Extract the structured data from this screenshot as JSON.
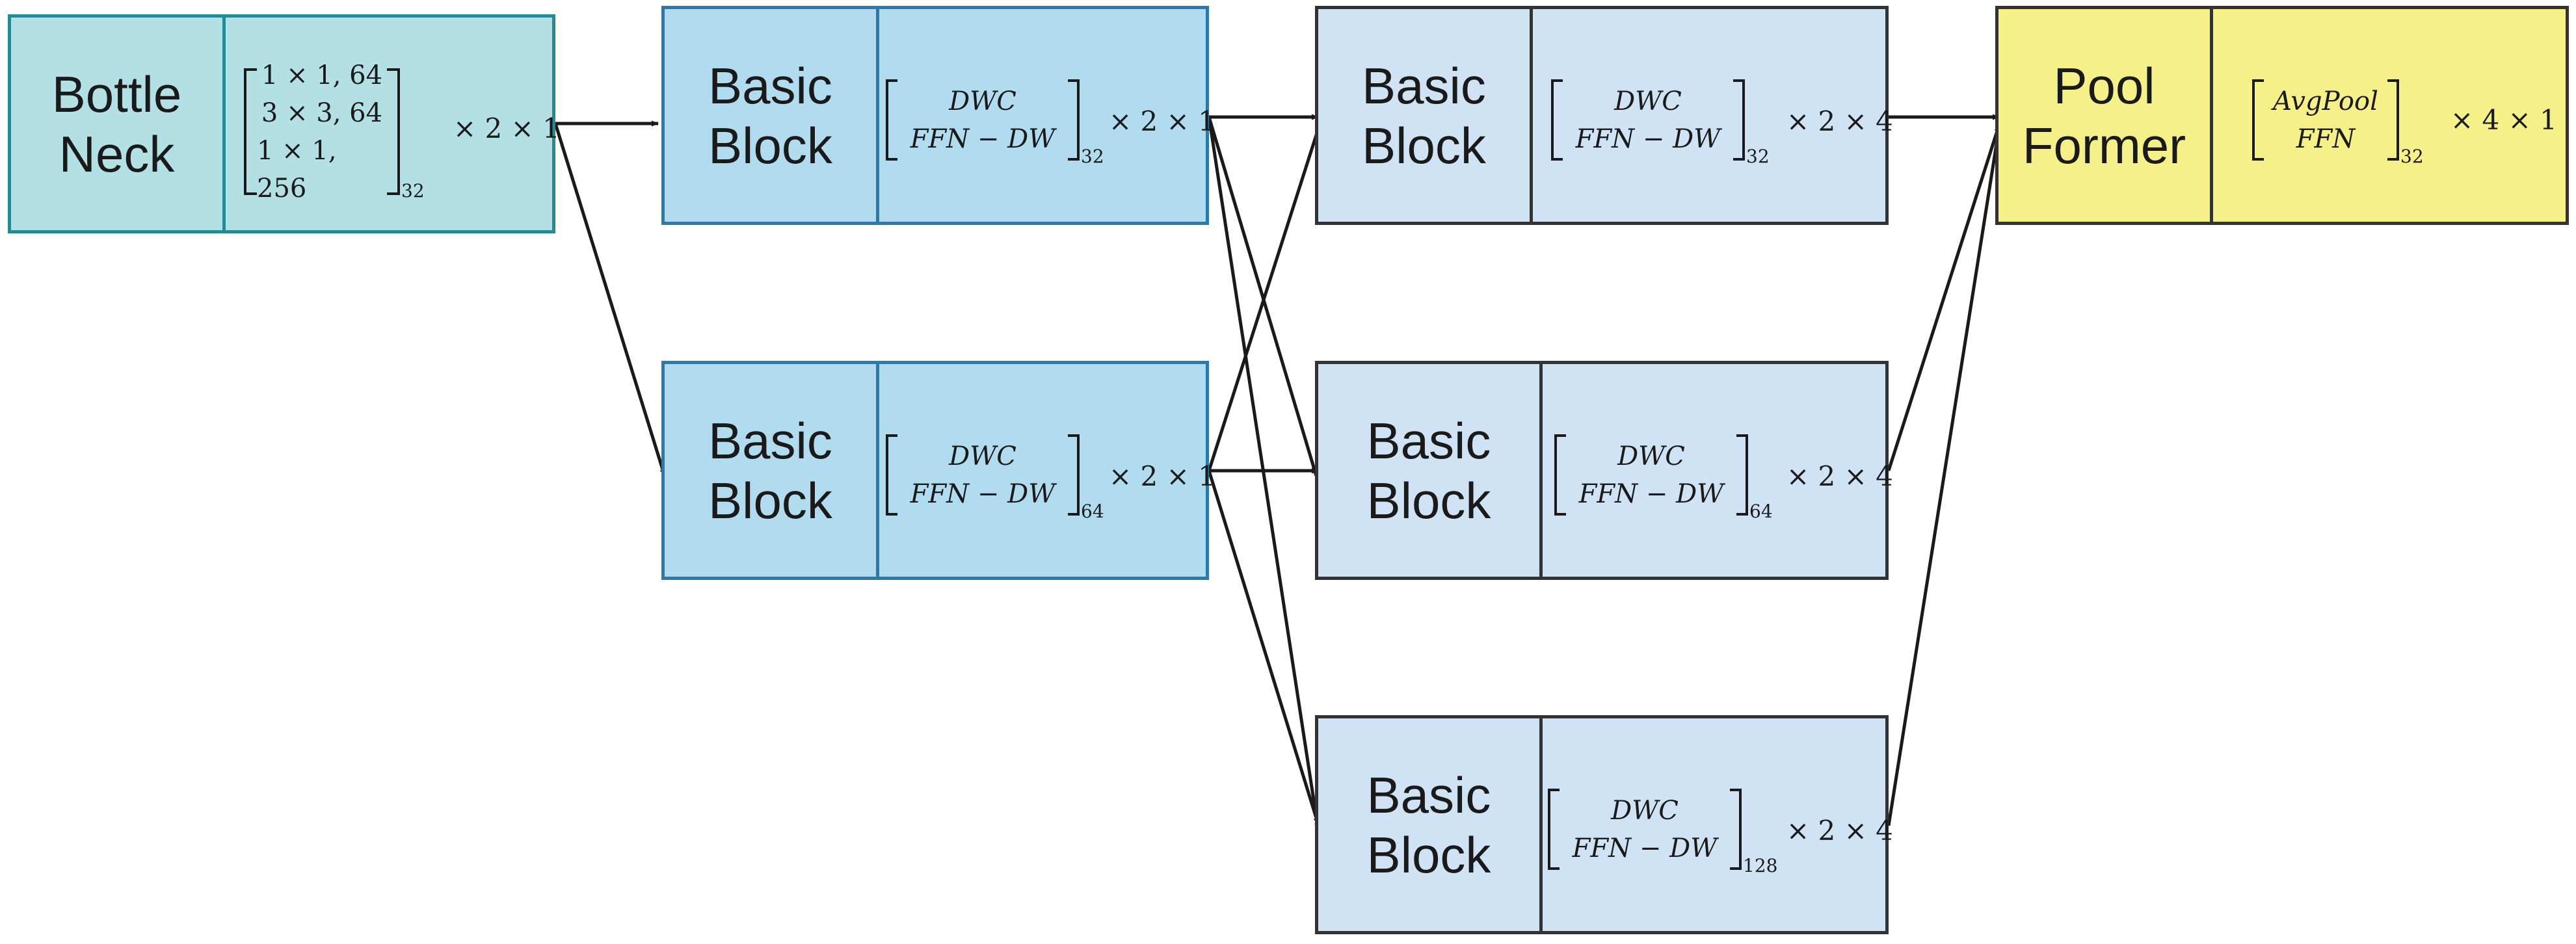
{
  "colors": {
    "bottleneck_fill": "#b2e0e4",
    "bottleneck_border": "#258a91",
    "basic_stage1_fill": "#b1dcef",
    "basic_stage1_border": "#2a7aad",
    "basic_stage2_fill": "#cfe3f5",
    "basic_stage2_border": "#333333",
    "poolformer_fill": "#f6f088",
    "poolformer_border": "#333333",
    "arrow": "#1a1a1a"
  },
  "blocks": {
    "bottleneck": {
      "name_line1": "Bottle",
      "name_line2": "Neck",
      "rows": [
        "1 × 1, 64",
        "3 × 3, 64",
        "1 × 1, 256"
      ],
      "subscript": "32",
      "multiplier": "× 2 × 1"
    },
    "basic_a": {
      "name_line1": "Basic",
      "name_line2": "Block",
      "rows": [
        "DWC",
        "FFN − DW"
      ],
      "subscript": "32",
      "multiplier": "× 2 × 1"
    },
    "basic_b": {
      "name_line1": "Basic",
      "name_line2": "Block",
      "rows": [
        "DWC",
        "FFN − DW"
      ],
      "subscript": "64",
      "multiplier": "× 2 × 1"
    },
    "basic_c": {
      "name_line1": "Basic",
      "name_line2": "Block",
      "rows": [
        "DWC",
        "FFN − DW"
      ],
      "subscript": "32",
      "multiplier": "× 2 × 4"
    },
    "basic_d": {
      "name_line1": "Basic",
      "name_line2": "Block",
      "rows": [
        "DWC",
        "FFN − DW"
      ],
      "subscript": "64",
      "multiplier": "× 2 × 4"
    },
    "basic_e": {
      "name_line1": "Basic",
      "name_line2": "Block",
      "rows": [
        "DWC",
        "FFN − DW"
      ],
      "subscript": "128",
      "multiplier": "× 2 × 4"
    },
    "poolformer": {
      "name_line1": "Pool",
      "name_line2": "Former",
      "rows": [
        "AvgPool",
        "FFN"
      ],
      "subscript": "32",
      "multiplier": "× 4 × 1"
    }
  }
}
